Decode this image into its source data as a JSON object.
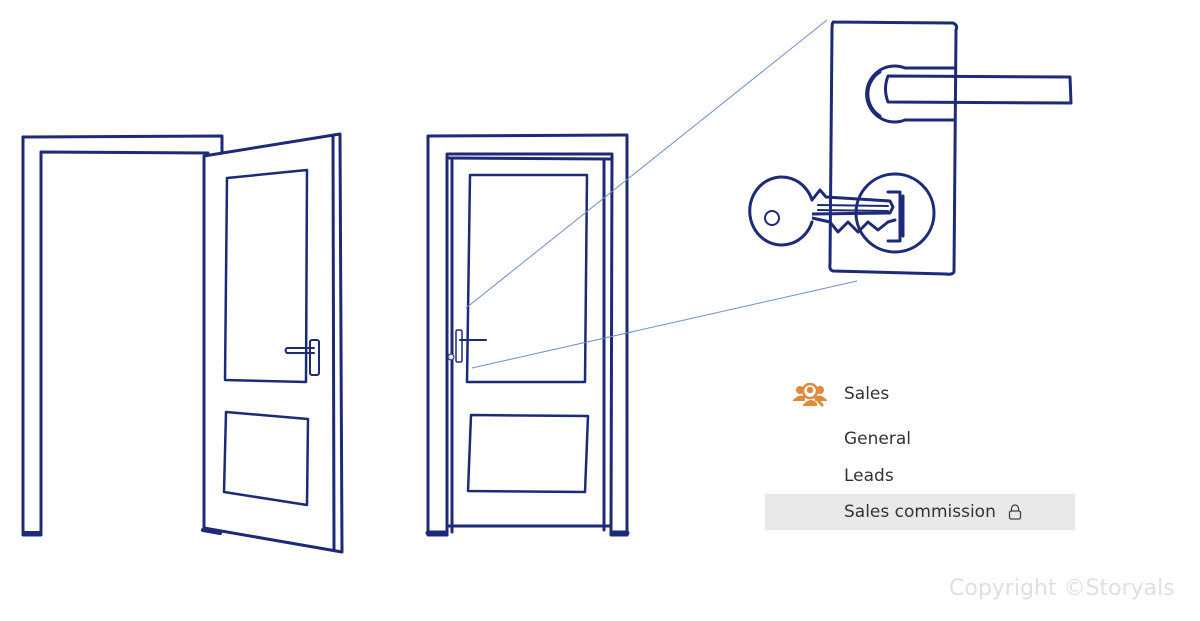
{
  "colors": {
    "sketch_stroke": "#1c2a78",
    "callout_line": "#6f8fc9",
    "team_icon": "#e08a3c",
    "selected_bg": "#e9e9e9",
    "text": "#333333",
    "copyright": "#e0e0e0"
  },
  "illustration": {
    "left": "open-door",
    "middle": "closed-locked-door",
    "right": "door-handle-with-key-closeup"
  },
  "nav": {
    "team": {
      "label": "Sales",
      "icon": "team-icon"
    },
    "channels": [
      {
        "label": "General",
        "selected": false,
        "locked": false
      },
      {
        "label": "Leads",
        "selected": false,
        "locked": false
      },
      {
        "label": "Sales commission",
        "selected": true,
        "locked": true,
        "icon": "lock-icon"
      }
    ]
  },
  "footer": {
    "copyright": "Copyright ©Storyals"
  }
}
